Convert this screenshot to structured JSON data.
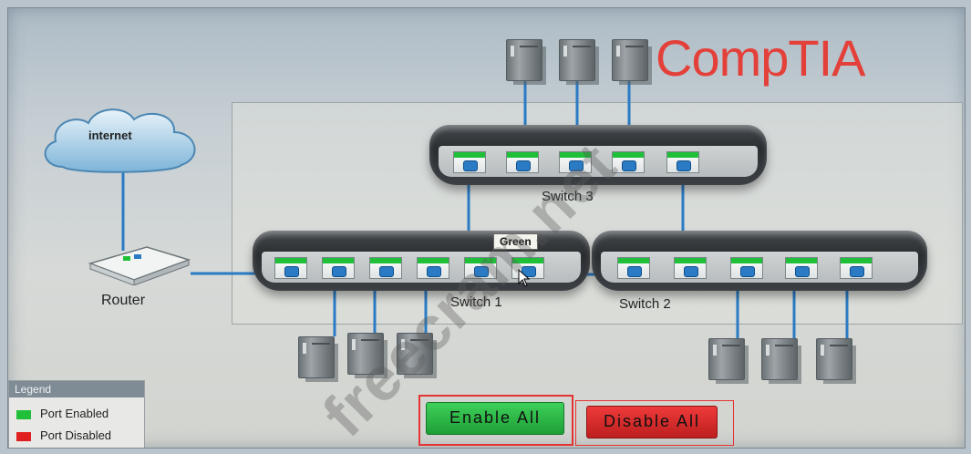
{
  "brand": "CompTIA",
  "watermark": "freecram.net",
  "cloud_label": "internet",
  "router_label": "Router",
  "switches": [
    {
      "label": "Switch 1",
      "port_count": 6
    },
    {
      "label": "Switch 2",
      "port_count": 5
    },
    {
      "label": "Switch 3",
      "port_count": 5
    }
  ],
  "tooltip": "Green",
  "legend": {
    "title": "Legend",
    "items": [
      {
        "label": "Port Enabled",
        "color": "#1fbf3a"
      },
      {
        "label": "Port Disabled",
        "color": "#e02020"
      }
    ]
  },
  "buttons": {
    "enable_all": "Enable All",
    "disable_all": "Disable All"
  },
  "colors": {
    "brand": "#e4403a",
    "port_enabled": "#1fbf3a",
    "cable": "#2a7bc4"
  }
}
